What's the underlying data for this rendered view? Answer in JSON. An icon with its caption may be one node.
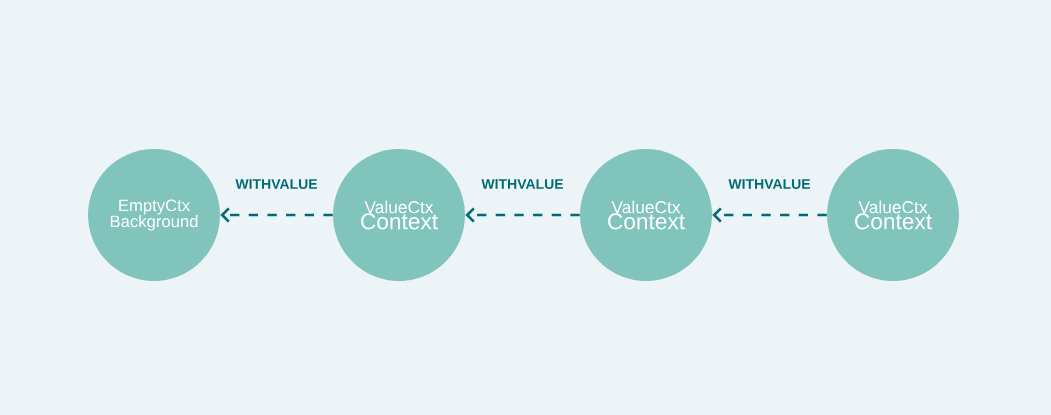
{
  "diagram": {
    "nodes": [
      {
        "text": [
          "EmptyCtx Background"
        ]
      },
      {
        "text": [
          "ValueCtx",
          "Context"
        ]
      },
      {
        "text": [
          "ValueCtx",
          "Context"
        ]
      },
      {
        "text": [
          "ValueCtx",
          "Context"
        ]
      }
    ],
    "edges": [
      {
        "from": 1,
        "to": 0,
        "arrow": "to",
        "label": "WITHVALUE",
        "style": "dashed"
      },
      {
        "from": 2,
        "to": 1,
        "arrow": "to",
        "label": "WITHVALUE",
        "style": "dashed"
      },
      {
        "from": 3,
        "to": 2,
        "arrow": "to",
        "label": "WITHVALUE",
        "style": "dashed"
      }
    ]
  }
}
